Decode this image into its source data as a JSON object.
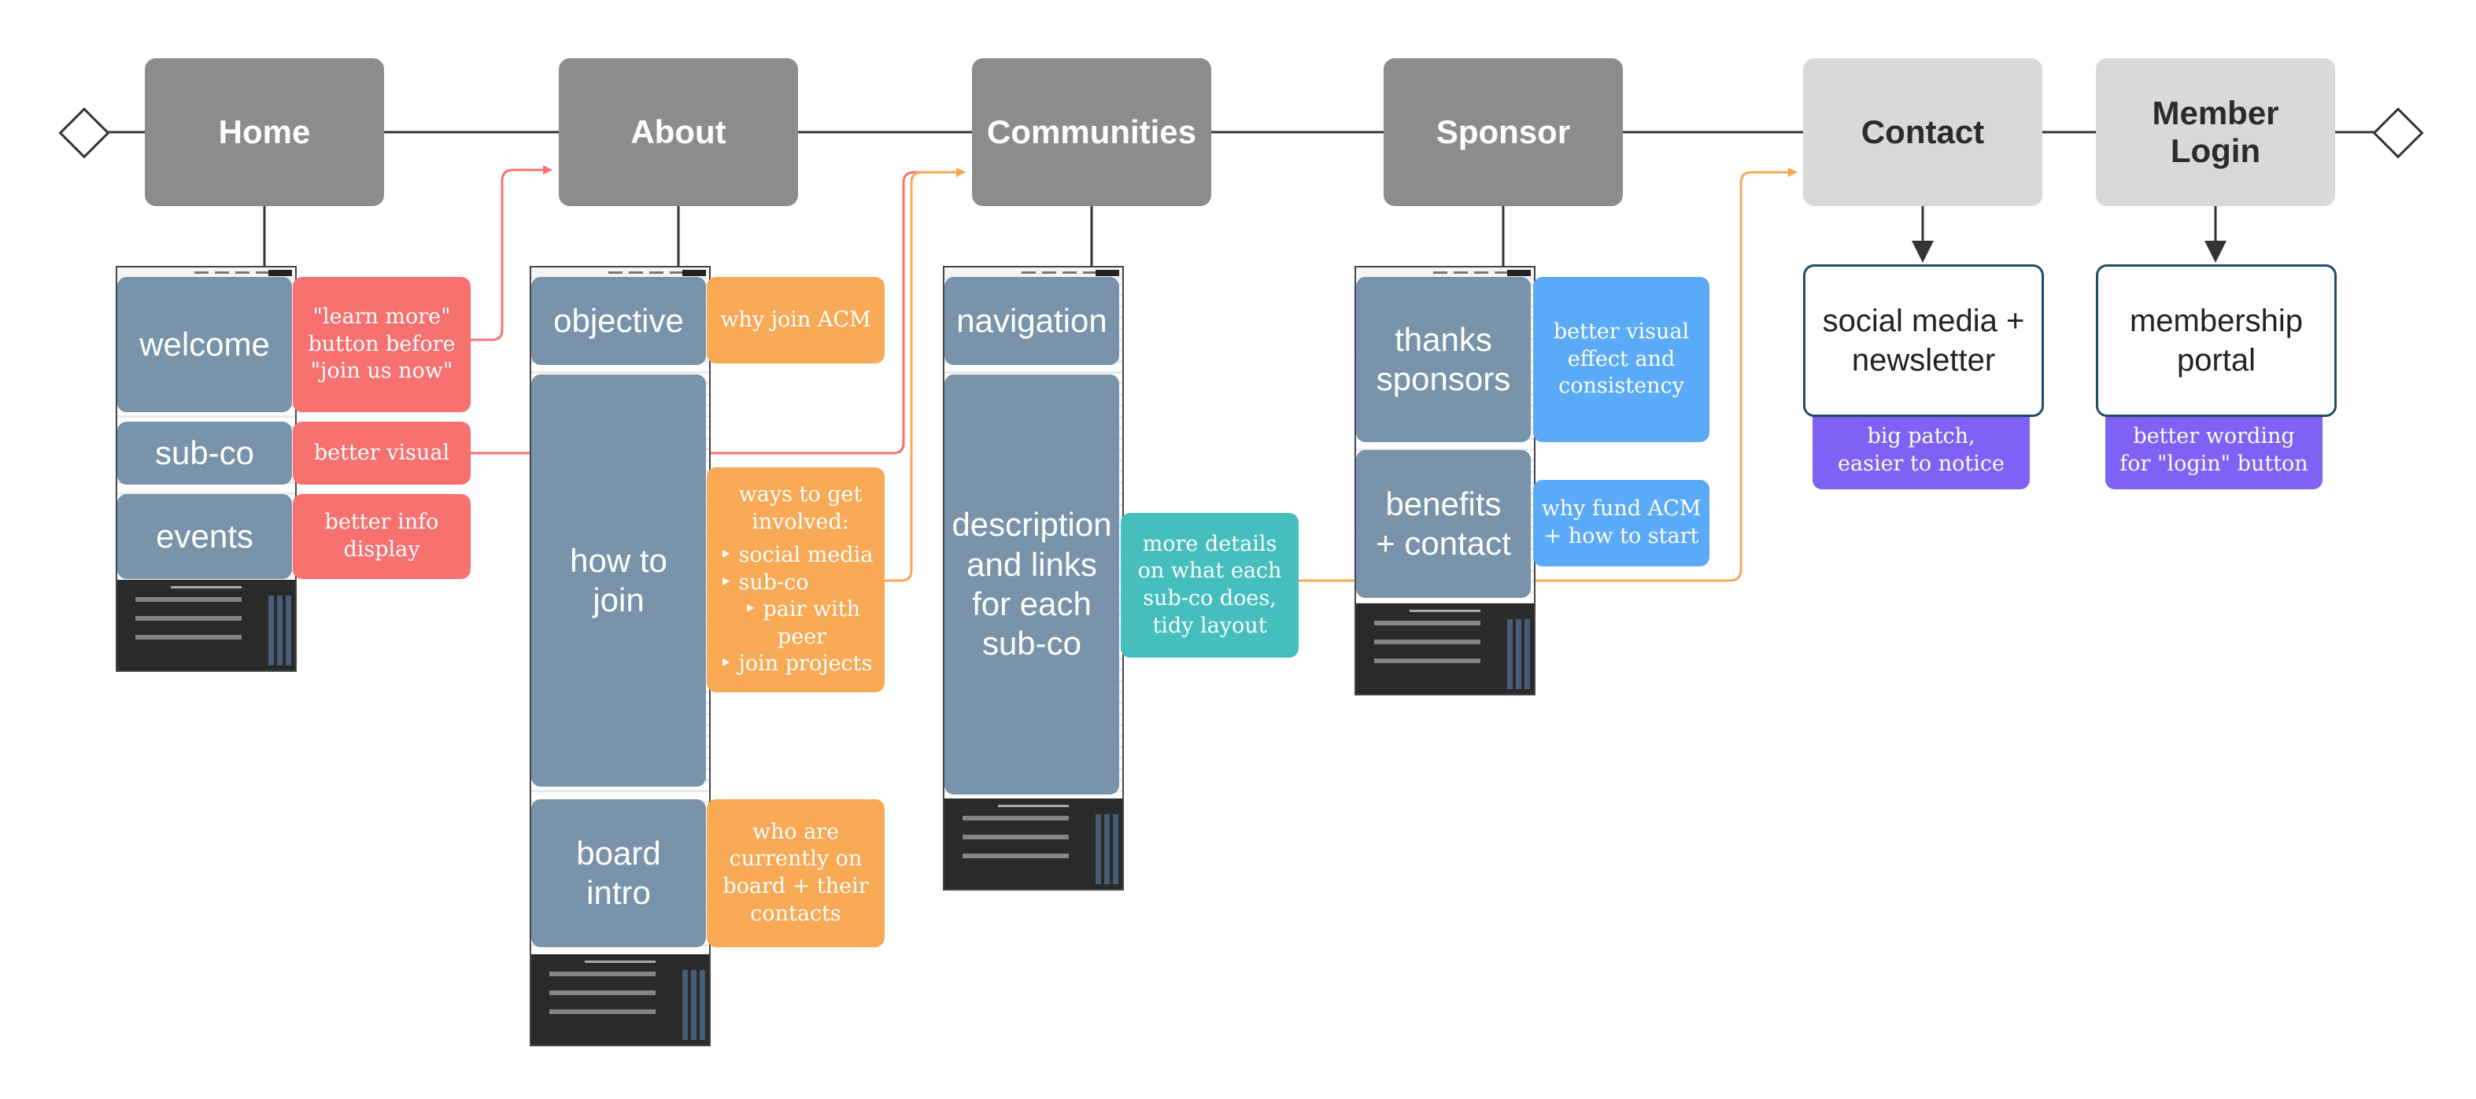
{
  "nav": {
    "home": "Home",
    "about": "About",
    "communities": "Communities",
    "sponsor": "Sponsor",
    "contact": "Contact",
    "member_login": "Member\nLogin"
  },
  "home": {
    "sections": {
      "welcome": "welcome",
      "subco": "sub-co",
      "events": "events"
    },
    "notes": {
      "learn_more": "\"learn more\"\nbutton before\n\"join us now\"",
      "better_visual": "better visual",
      "better_info": "better info\ndisplay"
    }
  },
  "about": {
    "sections": {
      "objective": "objective",
      "how_to_join": "how to\njoin",
      "board_intro": "board\nintro"
    },
    "notes": {
      "why_join": "why join ACM",
      "ways_title": "ways to get\ninvolved:",
      "ways_items": [
        "social media",
        "sub-co",
        "pair with peer",
        "join projects"
      ],
      "who_board": "who are\ncurrently on\nboard + their\ncontacts"
    }
  },
  "communities": {
    "sections": {
      "navigation": "navigation",
      "description": "description\nand links\nfor each\nsub-co"
    },
    "notes": {
      "more_details": "more details\non what each\nsub-co does,\ntidy layout"
    }
  },
  "sponsor": {
    "sections": {
      "thanks": "thanks\nsponsors",
      "benefits": "benefits\n+ contact"
    },
    "notes": {
      "better_visual": "better visual\neffect and\nconsistency",
      "why_fund": "why fund ACM\n+ how to start"
    }
  },
  "contact": {
    "box": "social media +\nnewsletter",
    "note": "big patch,\neasier to notice"
  },
  "member_login": {
    "box": "membership\nportal",
    "note": "better wording\nfor \"login\" button"
  },
  "colors": {
    "nav_dark": "#8c8c8c",
    "nav_light": "#d9d9d9",
    "section_overlay": "#6d8aa3",
    "note_red": "#f87171",
    "note_orange": "#f7a955",
    "note_blue": "#5aaaf7",
    "note_teal": "#45bfbd",
    "note_purple": "#7d62f5",
    "connector_red": "#f87171",
    "connector_orange": "#f7a955",
    "outline": "#1e4d68"
  }
}
